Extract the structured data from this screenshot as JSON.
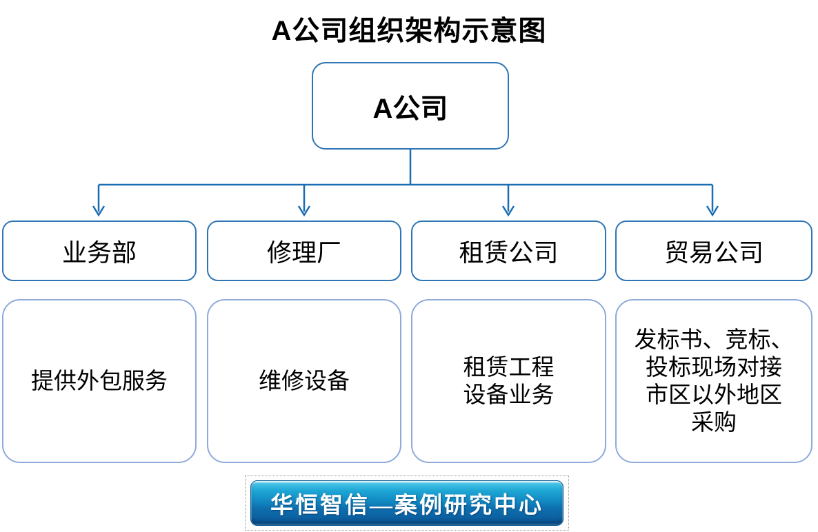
{
  "title": "A公司组织架构示意图",
  "root": {
    "label": "A公司"
  },
  "departments": [
    {
      "label": "业务部",
      "description": "提供外包服务"
    },
    {
      "label": "修理厂",
      "description": "维修设备"
    },
    {
      "label": "租赁公司",
      "description": "租赁工程\n设备业务"
    },
    {
      "label": "贸易公司",
      "description": "发标书、竞标、\n投标现场对接\n市区以外地区\n采购"
    }
  ],
  "footer": {
    "banner_label": "华恒智信—案例研究中心"
  },
  "colors": {
    "connector": "#1B6DB3",
    "node_border": "#2E75B6",
    "description_border": "#8EAADB",
    "banner_top": "#2FB8E0",
    "banner_bottom": "#0A4E8A",
    "banner_text": "#FFFFFF",
    "text": "#000000"
  }
}
